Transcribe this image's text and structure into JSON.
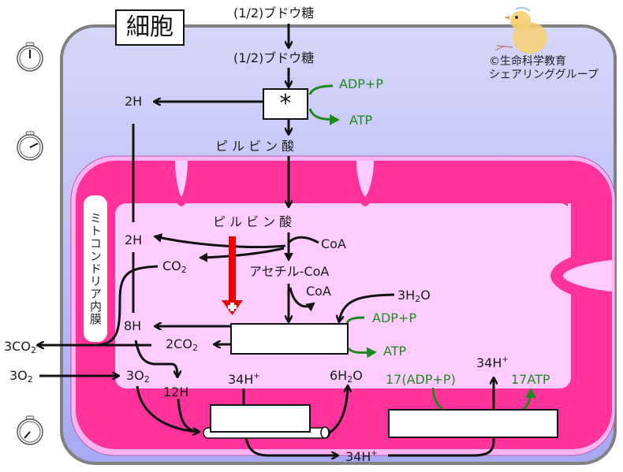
{
  "title": "細胞",
  "credit": {
    "line1": "©生命科学教育",
    "line2": "シェアリンググループ",
    "mascot": "chick-illustration"
  },
  "colors": {
    "cytoplasm": "#c8c8f8",
    "cell_border": "#888888",
    "intermembrane": "#ff3399",
    "matrix": "#ffccff",
    "inner_border_band": "#9999ee",
    "atp_green": "#1e8a1e",
    "red_arrow": "#ee0000"
  },
  "timers": [
    {
      "name": "stopwatch-start",
      "position": "top"
    },
    {
      "name": "stopwatch-middle",
      "position": "middle"
    },
    {
      "name": "stopwatch-end",
      "position": "bottom"
    }
  ],
  "membrane_label": "ミトコンドリア内膜",
  "glycolysis": {
    "input_outside": "(1/2)ブドウ糖",
    "input_inside": "(1/2)ブドウ糖",
    "enzyme_symbol": "*",
    "hydrogen": "2H",
    "adp": "ADP+P",
    "atp": "ATP",
    "product": "ピルビン酸"
  },
  "matrix": {
    "pyruvate": "ピルビン酸",
    "hydrogen": "2H",
    "coa_in": "CoA",
    "co2": "CO",
    "co2_sub": "2",
    "acetyl_coa": "アセチル-CoA",
    "coa_out": "CoA"
  },
  "citric_acid_cycle": {
    "water_in": "3H",
    "water_in_sub": "2",
    "water_in_tail": "O",
    "adp": "ADP+P",
    "atp": "ATP",
    "hydrogen": "8H",
    "co2": "2CO",
    "co2_sub": "2"
  },
  "outside": {
    "co2_out": "3CO",
    "co2_out_sub": "2",
    "o2_in": "3O",
    "o2_in_sub": "2"
  },
  "electron_transport": {
    "o2": "3O",
    "o2_sub": "2",
    "hydrogen": "12H",
    "proton_top": "34H",
    "proton_charge": "+",
    "water": "6H",
    "water_sub": "2",
    "water_tail": "O",
    "proton_bottom": "34H"
  },
  "atp_synthase": {
    "proton": "34H",
    "proton_charge": "+",
    "adp": "17(ADP+P)",
    "atp": "17ATP"
  }
}
